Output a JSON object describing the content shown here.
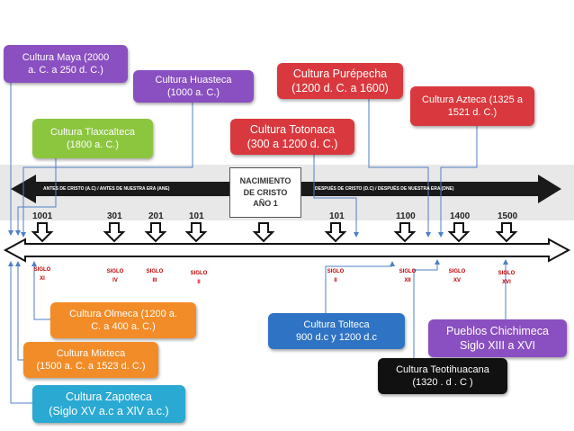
{
  "band": {
    "bc_text": "ANTES DE CRISTO (A.C) / ANTES DE NUESTRA ERA (ANE)",
    "ad_text": "DESPUÉS DE CRISTO (D.C) / DESPUÉS DE NUESTRA ERA (DNE)",
    "color": "#1a1a1a"
  },
  "nacimiento": {
    "line1": "NACIMIENTO",
    "line2": "DE CRISTO",
    "line3": "AÑO 1"
  },
  "years": [
    "1001",
    "301",
    "201",
    "101",
    "101",
    "1100",
    "1400",
    "1500"
  ],
  "siglos": [
    {
      "line1": "SIGLO",
      "line2": "XI"
    },
    {
      "line1": "SIGLO",
      "line2": "IV"
    },
    {
      "line1": "SIGLO",
      "line2": "III"
    },
    {
      "line1": "SIGLO",
      "line2": "II"
    },
    {
      "line1": "SIGLO",
      "line2": "II"
    },
    {
      "line1": "SIGLO",
      "line2": "XII"
    },
    {
      "line1": "SIGLO",
      "line2": "XV"
    },
    {
      "line1": "SIGLO",
      "line2": "XVI"
    }
  ],
  "cultures": {
    "maya": {
      "line1": "Cultura Maya (2000",
      "line2": "a. C. a 250 d. C.)",
      "color": "#8a4fc0"
    },
    "huasteca": {
      "line1": "Cultura Huasteca",
      "line2": "(1000 a. C.)",
      "color": "#8a4fc0"
    },
    "purepecha": {
      "line1": "Cultura Purépecha",
      "line2": "(1200 d. C. a 1600)",
      "color": "#d9393e"
    },
    "azteca": {
      "line1": "Cultura Azteca (1325 a",
      "line2": "1521 d. C.)",
      "color": "#d9393e"
    },
    "tlaxcalteca": {
      "line1": "Cultura Tlaxcalteca",
      "line2": "(1800 a. C.)",
      "color": "#8cc63f"
    },
    "totonaca": {
      "line1": "Cultura Totonaca",
      "line2": "(300 a 1200 d. C.)",
      "color": "#d9393e"
    },
    "olmeca": {
      "line1": "Cultura Olmeca (1200 a.",
      "line2": "C. a 400 a. C.)",
      "color": "#f28c28"
    },
    "mixteca": {
      "line1": "Cultura Mixteca",
      "line2": "(1500 a. C. a 1523 d. C.)",
      "color": "#f28c28"
    },
    "zapoteca": {
      "line1": "Cultura Zapoteca",
      "line2": "(Siglo XV a.c a XlV a.c.)",
      "color": "#2aa9d2"
    },
    "tolteca": {
      "line1": "Cultura Tolteca",
      "line2": "900 d.c y 1200 d.c",
      "color": "#2f73c4"
    },
    "chichimeca": {
      "line1": "Pueblos Chichimeca",
      "line2": "Siglo XIII a XVI",
      "color": "#8a4fc0"
    },
    "teotihuacana": {
      "line1": "Cultura Teotihuacana",
      "line2": "(1320 . d . C )",
      "color": "#111111"
    }
  }
}
